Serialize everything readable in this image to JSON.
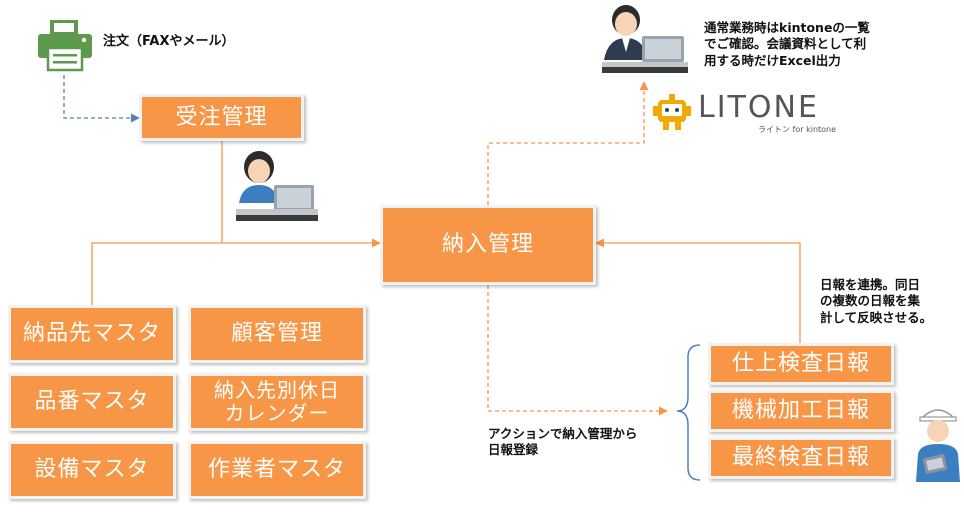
{
  "nodes": {
    "order": "注文（FAXやメール）",
    "juchu": "受注管理",
    "nounyu": "納入管理",
    "nouhinsaki": "納品先マスタ",
    "kokyaku": "顧客管理",
    "hinban": "品番マスタ",
    "kyujitsu_line1": "納入先別休日",
    "kyujitsu_line2": "カレンダー",
    "setsubi": "設備マスタ",
    "sagyousha": "作業者マスタ",
    "shiage": "仕上検査日報",
    "kikai": "機械加工日報",
    "saishu": "最終検査日報"
  },
  "notes": {
    "kintone": [
      "通常業務時はkintoneの一覧",
      "でご確認。会議資料として利",
      "用する時だけExcel出力"
    ],
    "nippou": [
      "日報を連携。同日",
      "の複数の日報を集",
      "計して反映させる。"
    ],
    "action": [
      "アクションで納入管理から",
      "日報登録"
    ]
  },
  "logo": {
    "name": "LITONE",
    "sub": "ライトン for kintone"
  },
  "colors": {
    "box": "#f79646",
    "line": "#f79646",
    "arrow_fax": "#4f81bd",
    "bracket": "#4f81bd",
    "logo": "#555555"
  },
  "icons": [
    "fax-icon",
    "woman-at-laptop-icon",
    "man-at-laptop-icon",
    "litone-robot-icon",
    "worker-with-tablet-icon"
  ]
}
